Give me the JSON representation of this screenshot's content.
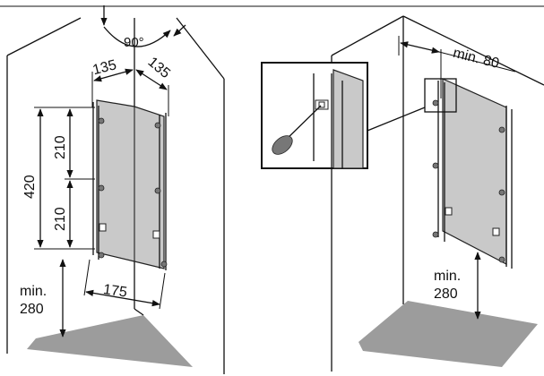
{
  "corner_install": {
    "angle_label": "90°",
    "width_left_label": "135",
    "width_right_label": "135",
    "height_total_label": "420",
    "spacing_upper_label": "210",
    "spacing_lower_label": "210",
    "diagonal_label": "175",
    "floor_clearance_label_line1": "min.",
    "floor_clearance_label_line2": "280"
  },
  "wall_install": {
    "wall_distance_label": "min. 80",
    "floor_clearance_label_line1": "min.",
    "floor_clearance_label_line2": "280"
  },
  "colors": {
    "panel": "#c9c9c9",
    "floor": "#9c9c9c",
    "lines": "#111111"
  }
}
